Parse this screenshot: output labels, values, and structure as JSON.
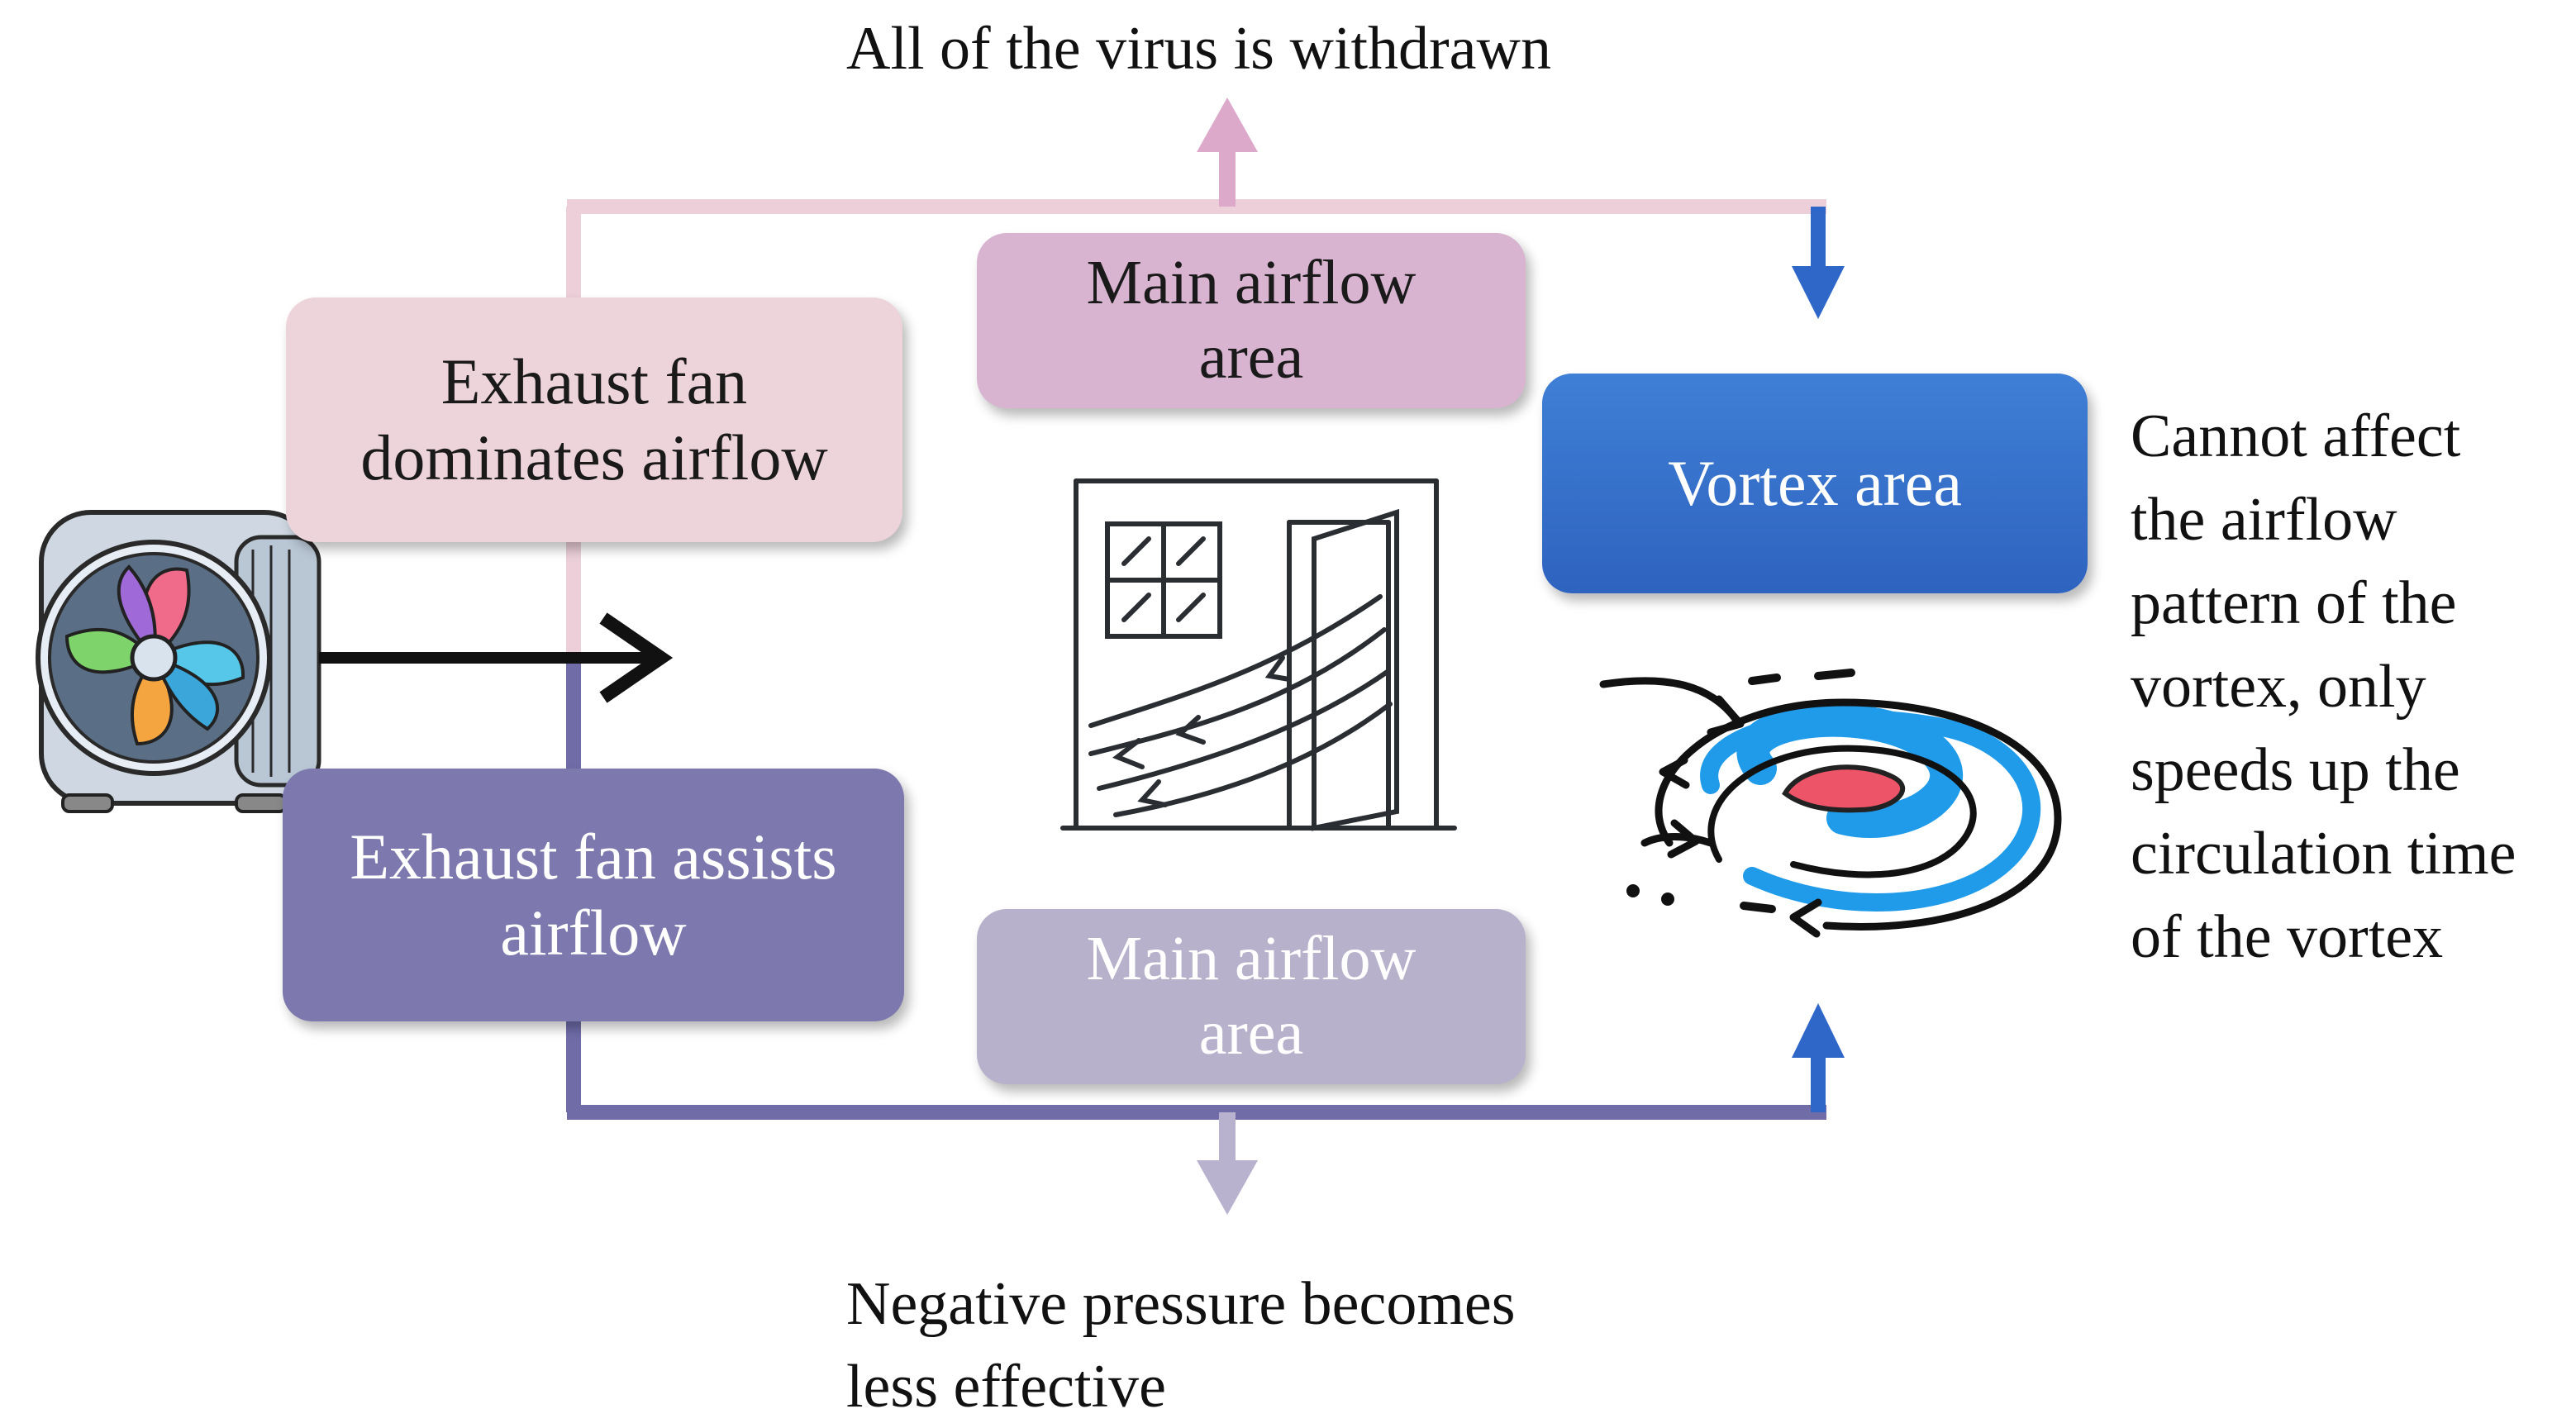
{
  "nodes": {
    "exhaust_dominates": "Exhaust fan\ndominates airflow",
    "exhaust_assists": "Exhaust fan assists\nairflow",
    "main_airflow_top": "Main airflow\narea",
    "main_airflow_bottom": "Main airflow\narea",
    "vortex_area": "Vortex area"
  },
  "annotations": {
    "top_outcome": "All of the virus is withdrawn",
    "bottom_outcome_lines": [
      "Negative pressure becomes",
      "less effective"
    ],
    "vortex_note_lines": [
      "Cannot affect",
      "the airflow",
      "pattern of the",
      "vortex, only",
      "speeds up the",
      "circulation time",
      "of the vortex"
    ]
  },
  "icons": {
    "fan": "exhaust-fan-icon",
    "room": "room-airflow-icon",
    "vortex": "vortex-swirl-icon"
  },
  "colors": {
    "top_path": "#eccfd8",
    "bottom_path": "#6f6ca8",
    "vortex_arrow": "#2f67c9",
    "top_outcome_arrow": "#dca9cb",
    "bottom_outcome_arrow": "#b8b2cf"
  }
}
